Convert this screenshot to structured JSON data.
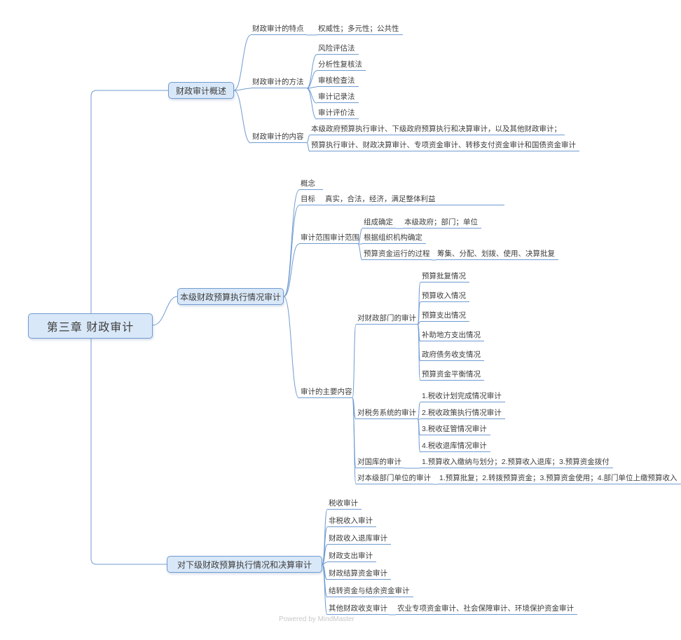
{
  "colors": {
    "line": "#6f9bd1",
    "fill": "#d9e8f8",
    "text": "#3d3d3d",
    "watermark": "#c9c9c9"
  },
  "watermark": "Powered by MindMaster",
  "root": {
    "label": "第三章 财政审计"
  },
  "branch1": {
    "label": "财政审计概述",
    "features": {
      "label": "财政审计的特点",
      "value": "权威性；多元性；公共性"
    },
    "methods": {
      "label": "财政审计的方法",
      "items": [
        "风险评估法",
        "分析性复核法",
        "审核检查法",
        "审计记录法",
        "审计评价法"
      ]
    },
    "content": {
      "label": "财政审计的内容",
      "items": [
        "本级政府预算执行审计、下级政府预算执行和决算审计，以及其他财政审计；",
        "预算执行审计、财政决算审计、专项资金审计、转移支付资金审计和国债资金审计"
      ]
    }
  },
  "branch2": {
    "label": "本级财政预算执行情况审计",
    "concept": {
      "label": "概念"
    },
    "goal": {
      "label": "目标",
      "value": "真实，合法，经济，满足整体利益"
    },
    "scope": {
      "label": "审计范围审计范围",
      "composition": {
        "label": "组成确定",
        "value": "本级政府；部门；单位"
      },
      "org": {
        "label": "根据组织机构确定"
      },
      "process": {
        "label": "预算资金运行的过程",
        "value": "筹集、分配、划拨、使用、决算批复"
      }
    },
    "main": {
      "label": "审计的主要内容",
      "finance": {
        "label": "对财政部门的审计",
        "items": [
          "预算批复情况",
          "预算收入情况",
          "预算支出情况",
          "补助地方支出情况",
          "政府债务收支情况",
          "预算资金平衡情况"
        ]
      },
      "tax": {
        "label": "对税务系统的审计",
        "items": [
          "1.税收计划完成情况审计",
          "2.税收政策执行情况审计",
          "3.税收征管情况审计",
          "4.税收退库情况审计"
        ]
      },
      "treasury": {
        "label": "对国库的审计",
        "value": "1.预算收入缴纳与划分；2.预算收入退库；3.预算资金拨付"
      },
      "department": {
        "label": "对本级部门单位的审计",
        "value": "1.预算批复；2.转拨预算资金；3.预算资金使用；4.部门单位上缴预算收入"
      }
    }
  },
  "branch3": {
    "label": "对下级财政预算执行情况和决算审计",
    "items": [
      "税收审计",
      "非税收入审计",
      "财政收入退库审计",
      "财政支出审计",
      "财政结算资金审计",
      "结转资金与结余资金审计"
    ],
    "other": {
      "label": "其他财政收支审计",
      "value": "农业专项资金审计、社会保障审计、环境保护资金审计"
    }
  }
}
